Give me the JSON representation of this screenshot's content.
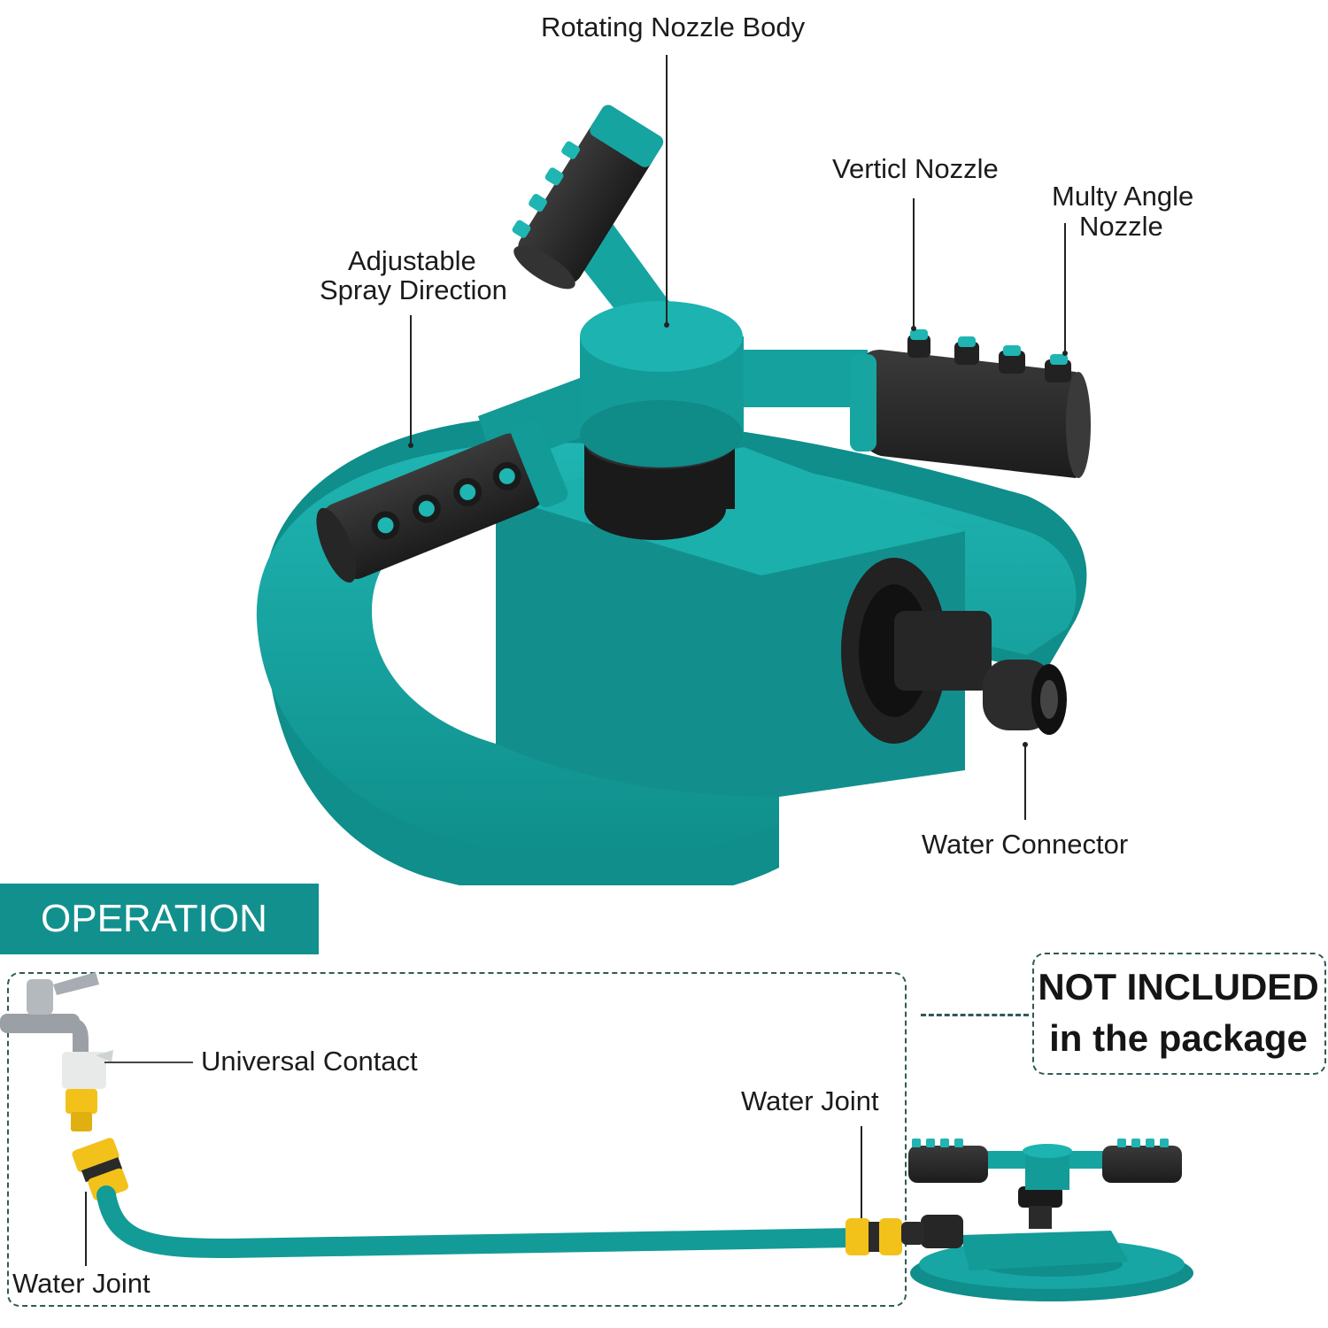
{
  "labels": {
    "rotating_nozzle_body": "Rotating Nozzle Body",
    "vertical_nozzle": "Verticl Nozzle",
    "multy_angle_line1": "Multy Angle",
    "multy_angle_line2": "Nozzle",
    "adjustable_line1": "Adjustable",
    "adjustable_line2": "Spray Direction",
    "water_connector": "Water Connector"
  },
  "operation": {
    "title": "OPERATION",
    "universal_contact": "Universal Contact",
    "water_joint_right": "Water Joint",
    "water_joint_left": "Water Joint"
  },
  "not_included": {
    "line1": "NOT INCLUDED",
    "line2": "in the package"
  },
  "colors": {
    "teal": "#14a3a1",
    "teal_dark": "#0c7f7d",
    "black_part": "#2a2a2a",
    "yellow_joint": "#f2c21b",
    "banner": "#12908e"
  }
}
